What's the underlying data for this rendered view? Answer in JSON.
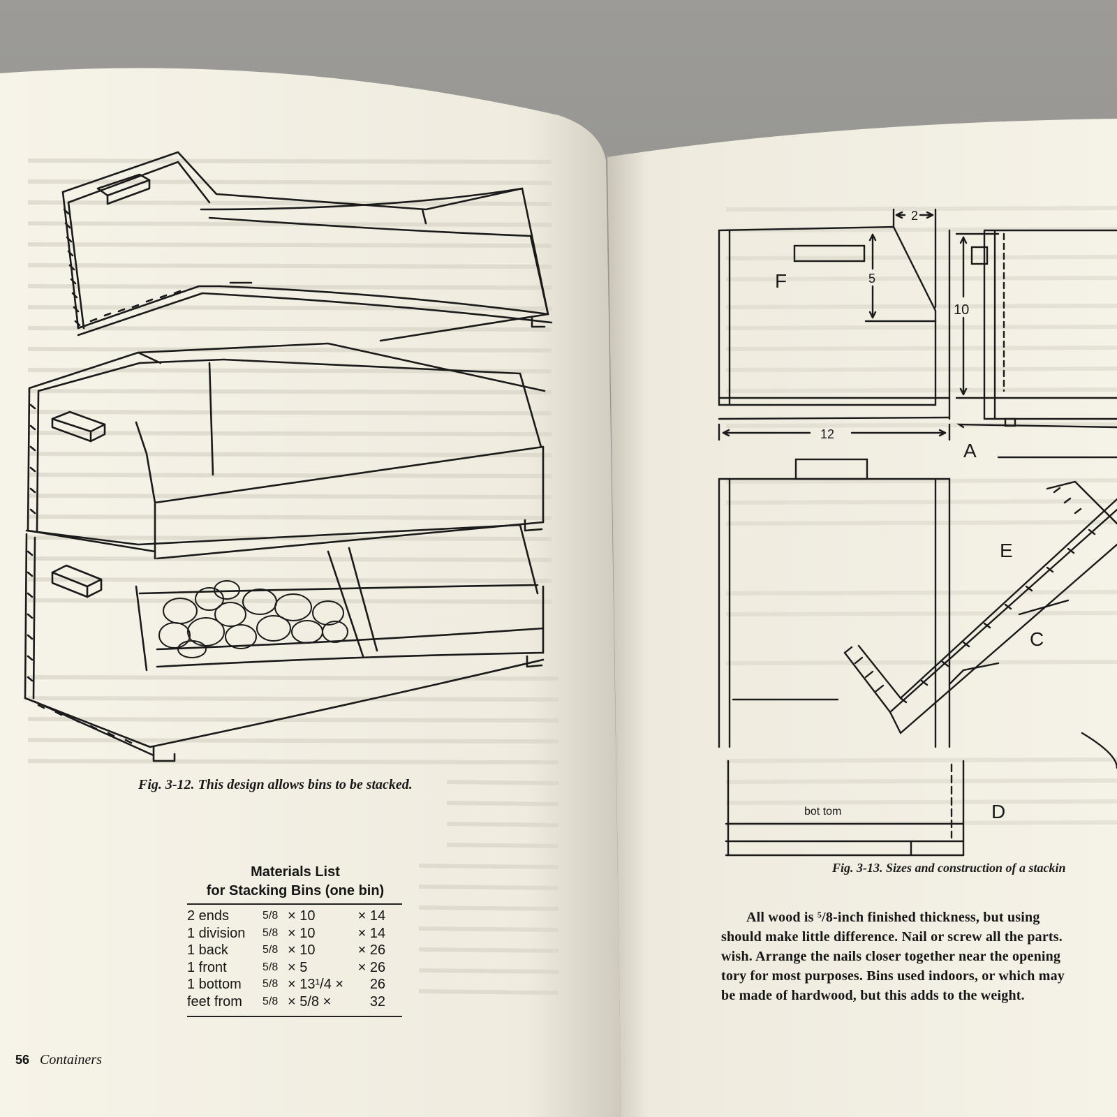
{
  "left_page": {
    "figure_caption_num": "Fig. 3-12.",
    "figure_caption_text": "This design allows bins to be stacked.",
    "materials_title_line1": "Materials List",
    "materials_title_line2": "for Stacking Bins (one bin)",
    "materials_rows": [
      {
        "part": "2 ends",
        "d1": "5/8",
        "d2": "× 10",
        "d3": "× 14"
      },
      {
        "part": "1 division",
        "d1": "5/8",
        "d2": "× 10",
        "d3": "× 14"
      },
      {
        "part": "1 back",
        "d1": "5/8",
        "d2": "× 10",
        "d3": "× 26"
      },
      {
        "part": "1 front",
        "d1": "5/8",
        "d2": "× 5",
        "d3": "× 26"
      },
      {
        "part": "1 bottom",
        "d1": "5/8",
        "d2": "× 13¹/4 ×",
        "d3": "26"
      },
      {
        "part": "feet from",
        "d1": "5/8",
        "d2": "×    5/8 ×",
        "d3": "32"
      }
    ],
    "page_number": "56",
    "running_head": "Containers"
  },
  "right_page": {
    "dimension_labels": {
      "top": "2",
      "height_small": "5",
      "height_large": "10",
      "width": "12"
    },
    "part_labels": [
      "F",
      "A",
      "E",
      "C",
      "D"
    ],
    "bottom_label": "bot tom",
    "figure_caption_num": "Fig. 3-13.",
    "figure_caption_text": "Sizes and construction of a stackin",
    "body_lines": [
      "All wood is ⁵/8-inch finished thickness, but using",
      "should make little difference. Nail or screw all the parts.",
      "wish. Arrange the nails closer together near the opening",
      "tory for most purposes. Bins used indoors, or which may",
      "be made of hardwood, but this adds to the weight."
    ]
  },
  "colors": {
    "background": "#8f8e8a",
    "paper": "#f6f3e8",
    "ink": "#1a1a1a"
  }
}
